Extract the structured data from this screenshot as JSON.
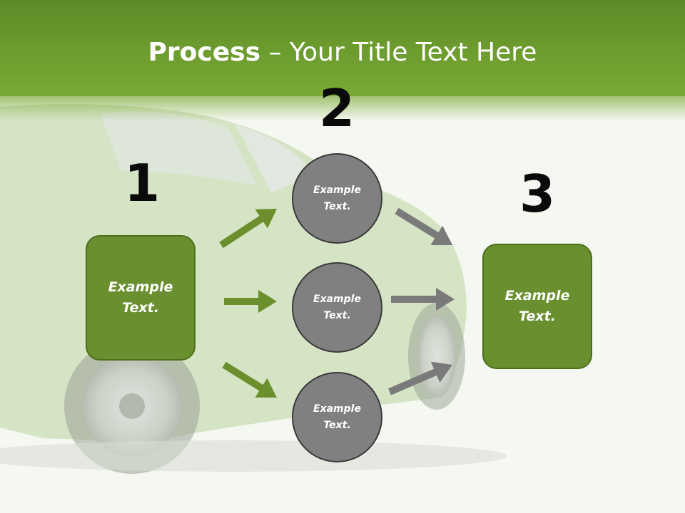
{
  "title": {
    "bold_part": "Process",
    "rest_part": " – Your Title Text Here"
  },
  "steps": {
    "one": {
      "number": "1",
      "text": "Example Text."
    },
    "two": {
      "number": "2",
      "items": [
        {
          "text": "Example Text."
        },
        {
          "text": "Example Text."
        },
        {
          "text": "Example Text."
        }
      ]
    },
    "three": {
      "number": "3",
      "text": "Example Text."
    }
  },
  "colors": {
    "header_green": "#6f9e30",
    "box_fill": "#6a8f2f",
    "box_border": "#4d6f1c",
    "circle_fill": "#808080",
    "green_arrow": "#6b8f2c",
    "gray_arrow": "#7a7a7a"
  },
  "background": {
    "image": "grass-covered-car"
  }
}
